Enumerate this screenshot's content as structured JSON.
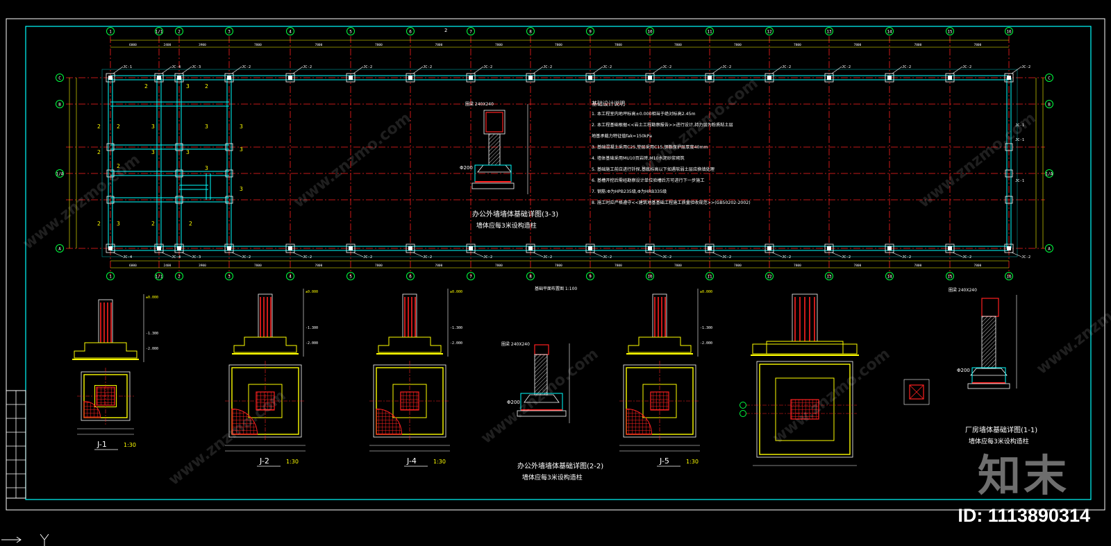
{
  "grid": {
    "column_labels": [
      "1",
      "1/1",
      "2",
      "3",
      "4",
      "5",
      "6",
      "7",
      "8",
      "9",
      "10",
      "11",
      "12",
      "13",
      "14",
      "15",
      "16"
    ],
    "row_labels": [
      "C",
      "B",
      "1/A",
      "A"
    ],
    "top_dim_labels": [
      "6000",
      "2400",
      "3900",
      "7800",
      "7800",
      "7800",
      "7800",
      "7800",
      "7800",
      "7800",
      "7800",
      "7800",
      "7800",
      "7800",
      "7800",
      "7800"
    ]
  },
  "plan": {
    "column_tags_top": [
      "JC-1",
      "JC-4",
      "JC-3",
      "JC-2",
      "JC-2",
      "JC-2",
      "JC-2",
      "JC-2",
      "JC-2",
      "JC-2",
      "JC-2",
      "JC-2",
      "JC-2",
      "JC-2",
      "JC-2",
      "JC-2",
      "JC-2"
    ],
    "column_tags_bottom": [
      "JC-4",
      "JC-4",
      "JC-3",
      "JC-2",
      "JC-2",
      "JC-2",
      "JC-2",
      "JC-2",
      "JC-2",
      "JC-2",
      "JC-2",
      "JC-2",
      "JC-2",
      "JC-2",
      "JC-2",
      "JC-2",
      "JC-2"
    ],
    "right_tags": [
      "JC-1",
      "JC-1",
      "JC-1"
    ],
    "room_numbers": [
      "2",
      "2",
      "3",
      "2",
      "2",
      "3",
      "3",
      "3",
      "2",
      "3",
      "2",
      "3",
      "3",
      "3",
      "2",
      "3",
      "2",
      "2",
      "3"
    ],
    "small_label": "2"
  },
  "notes": {
    "title": "基础设计说明",
    "lines": [
      "1. 本工程室内地坪标高±0.000相当于绝对标高2.45m",
      "2. 本工程基础根据<<岩土工程勘察报告>>进行设计,持力层为粉质粘土层",
      "   地基承载力特征值fak=150kPa",
      "3. 基础混凝土采用C25,垫层采用C15,钢筋保护层厚度40mm",
      "4. 墙体基础采用MU10页岩砖,M10水泥砂浆砌筑",
      "5. 基础施工前应进行钎探,基底标高以下如遇软弱土层应换填处理",
      "6. 基槽开挖后需经勘察设计单位验槽后方可进行下一步施工",
      "7. 钢筋:Φ为HPB235级,Φ为HRB335级",
      "8. 施工时应严格遵守<<建筑地基基础工程施工质量验收规范>>(GB50202-2002)"
    ]
  },
  "details": {
    "section_33_title": "办公外墙墙体基础详图(3-3)",
    "section_33_sub": "墙体应每3米设构造柱",
    "section_22_title": "办公外墙墙体基础详图(2-2)",
    "section_22_sub": "墙体应每3米设构造柱",
    "section_11_title": "厂房墙体基础详图(1-1)",
    "section_11_sub": "墙体应每3米设构造柱",
    "beam_label": "圈梁 240X240",
    "dia_label": "Φ200",
    "plan_scale_label": "基础平面布置图 1:100",
    "j1": "J-1",
    "j1_scale": "1:30",
    "j2": "J-2",
    "j2_scale": "1:30",
    "j4": "J-4",
    "j4_scale": "1:30",
    "j5": "J-5",
    "j5_scale": "1:30",
    "elev_top": "±0.000",
    "elev_mid": "-1.300",
    "elev_bot": "-2.000"
  },
  "watermark": {
    "logo": "知末",
    "id": "ID: 1113890314",
    "url": "www.znzmo.com"
  },
  "colors": {
    "background": "#000000",
    "frame": "#00ffff",
    "grid_axis": "#ff2020",
    "grid_bubble": "#00ff40",
    "wall": "#00ffff",
    "text": "#ffffff",
    "text_yellow": "#ffff00",
    "rebar": "#ff2020"
  }
}
